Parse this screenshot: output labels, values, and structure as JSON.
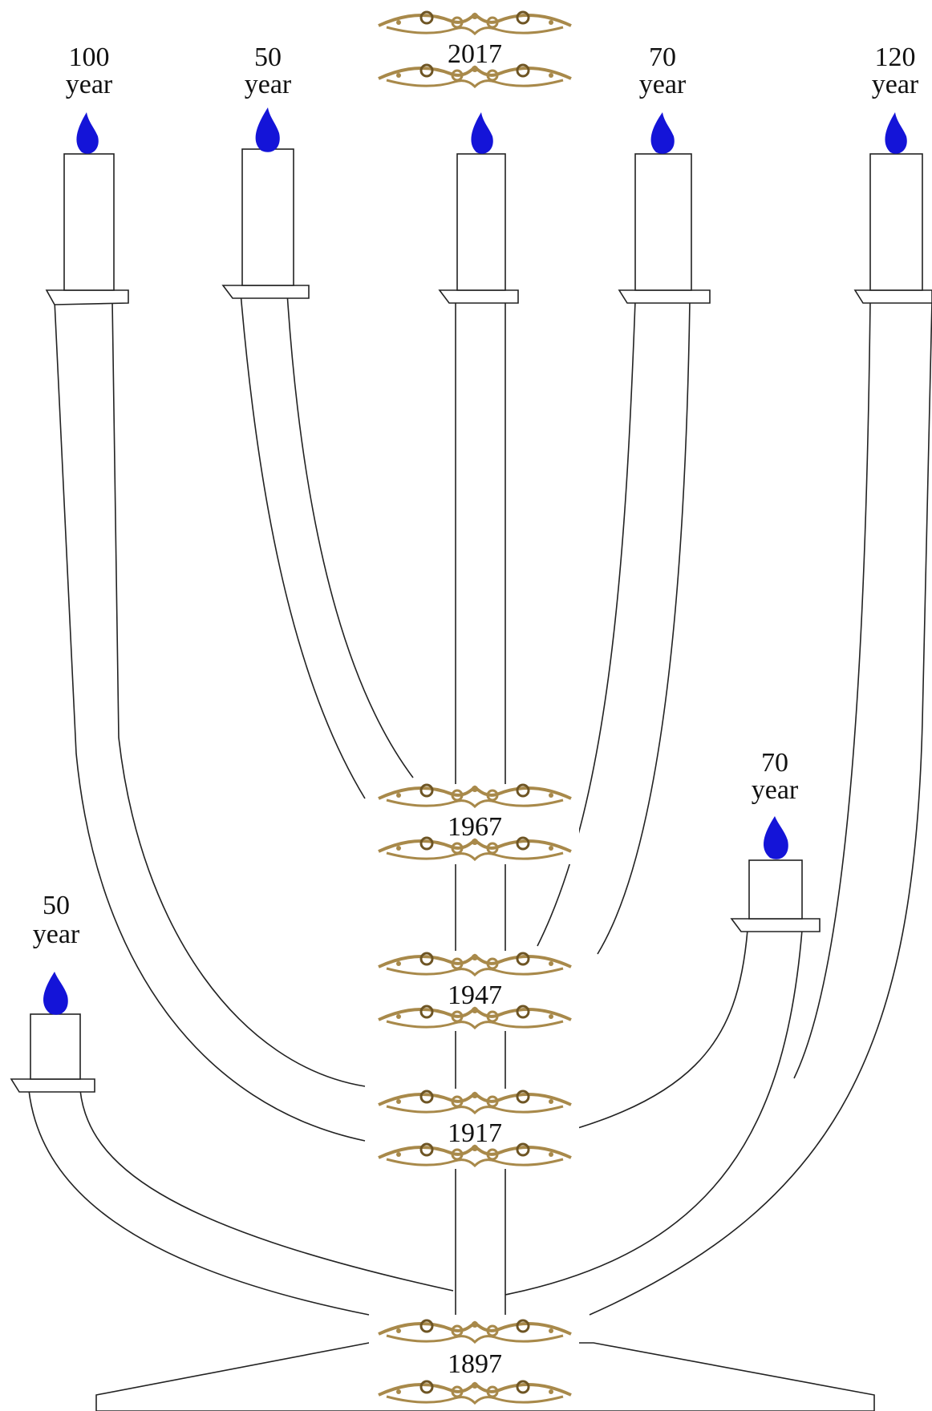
{
  "colors": {
    "flame": "#1414d8",
    "ornament": "#a8894a",
    "ornament_dark": "#6e5524"
  },
  "candles": [
    {
      "id": "c1",
      "number": "100",
      "unit": "year"
    },
    {
      "id": "c2",
      "number": "50",
      "unit": "year"
    },
    {
      "id": "c3",
      "number": "",
      "unit": ""
    },
    {
      "id": "c4",
      "number": "70",
      "unit": "year"
    },
    {
      "id": "c5",
      "number": "120",
      "unit": "year"
    },
    {
      "id": "c6",
      "number": "70",
      "unit": "year"
    },
    {
      "id": "c7",
      "number": "50",
      "unit": "year"
    }
  ],
  "years": {
    "y2017": "2017",
    "y1967": "1967",
    "y1947": "1947",
    "y1917": "1917",
    "y1897": "1897"
  }
}
